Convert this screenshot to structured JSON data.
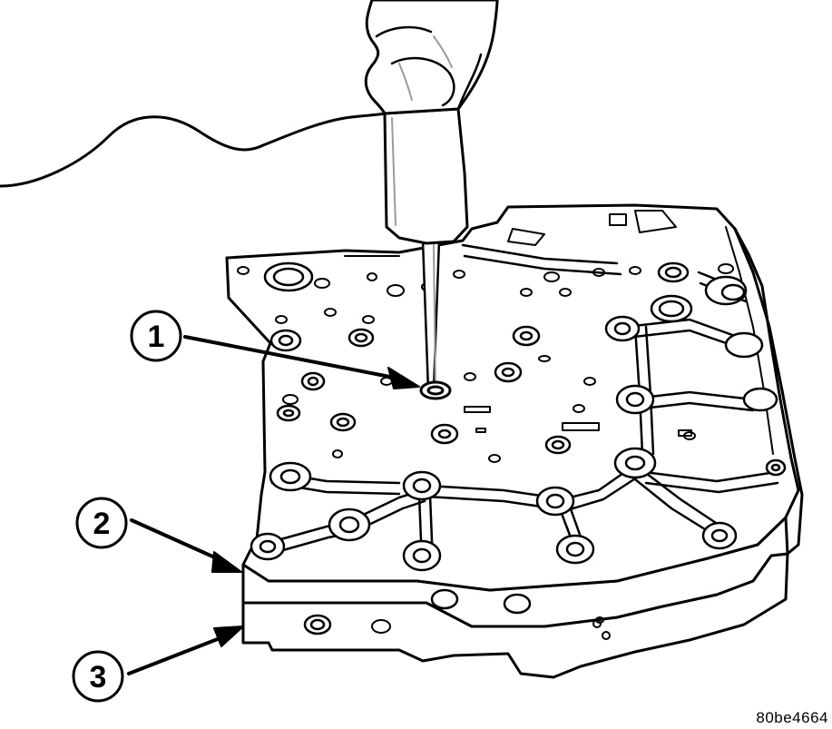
{
  "callouts": [
    {
      "id": "1",
      "label": "1"
    },
    {
      "id": "2",
      "label": "2"
    },
    {
      "id": "3",
      "label": "3"
    }
  ],
  "reference_code": "80be4664",
  "colors": {
    "line": "#000000",
    "fill": "#ffffff",
    "shade": "#9a9a9a"
  }
}
